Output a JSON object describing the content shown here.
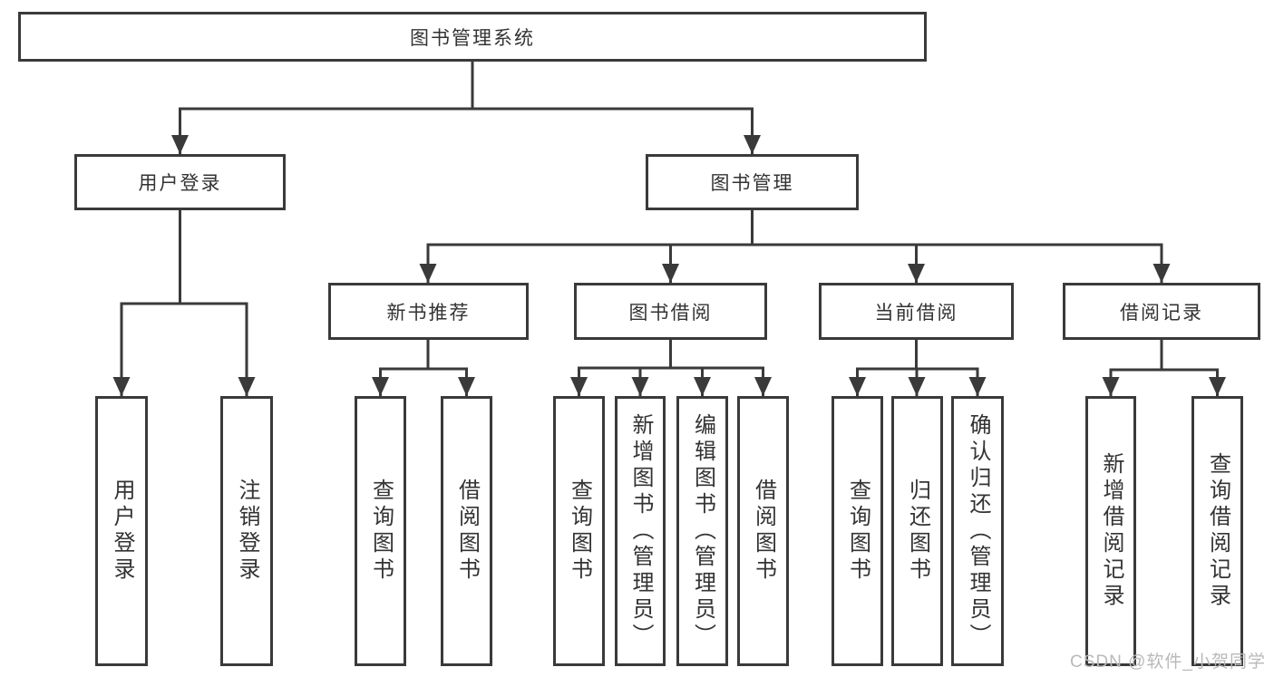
{
  "colors": {
    "line": "#3a3a3a",
    "text": "#333333",
    "watermark": "#b9b9b9",
    "background": "#ffffff"
  },
  "watermark": {
    "text": "CSDN @软件_小贺同学"
  },
  "diagram": {
    "type": "hierarchy-tree",
    "root": {
      "label": "图书管理系统",
      "children": [
        {
          "label": "用户登录",
          "children": [
            {
              "label": "用户登录"
            },
            {
              "label": "注销登录"
            }
          ]
        },
        {
          "label": "图书管理",
          "children": [
            {
              "label": "新书推荐",
              "children": [
                {
                  "label": "查询图书"
                },
                {
                  "label": "借阅图书"
                }
              ]
            },
            {
              "label": "图书借阅",
              "children": [
                {
                  "label": "查询图书"
                },
                {
                  "label": "新增图书（管理员）"
                },
                {
                  "label": "编辑图书（管理员）"
                },
                {
                  "label": "借阅图书"
                }
              ]
            },
            {
              "label": "当前借阅",
              "children": [
                {
                  "label": "查询图书"
                },
                {
                  "label": "归还图书"
                },
                {
                  "label": "确认归还（管理员）"
                }
              ]
            },
            {
              "label": "借阅记录",
              "children": [
                {
                  "label": "新增借阅记录"
                },
                {
                  "label": "查询借阅记录"
                }
              ]
            }
          ]
        }
      ]
    }
  }
}
